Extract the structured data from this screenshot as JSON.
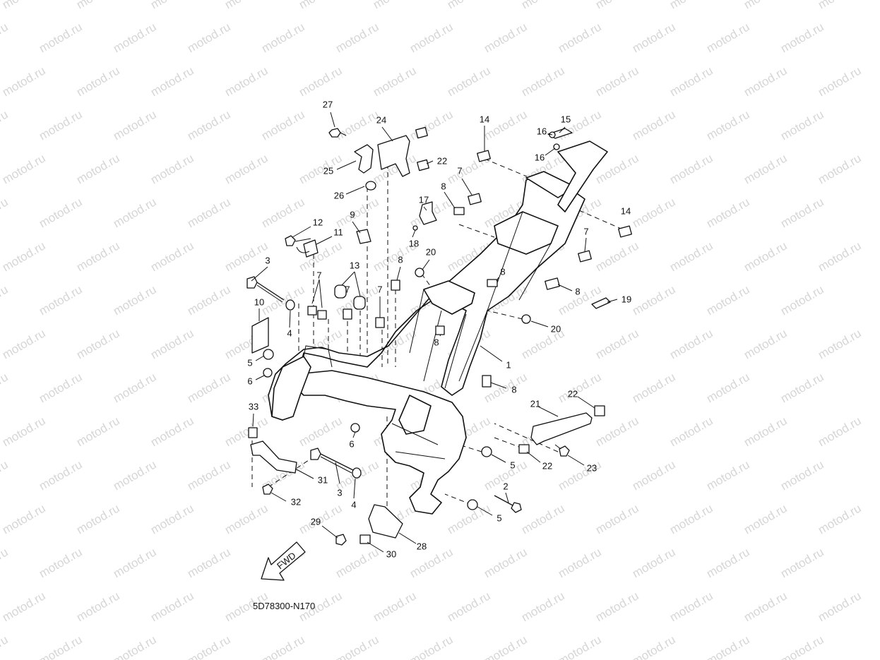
{
  "watermark": "motod.ru",
  "diagram_code": "5D78300-N170",
  "arrow_label": "FWD",
  "callouts": [
    {
      "text": "1"
    },
    {
      "text": "2"
    },
    {
      "text": "3"
    },
    {
      "text": "3"
    },
    {
      "text": "4"
    },
    {
      "text": "4"
    },
    {
      "text": "5"
    },
    {
      "text": "5"
    },
    {
      "text": "5"
    },
    {
      "text": "6"
    },
    {
      "text": "6"
    },
    {
      "text": "7"
    },
    {
      "text": "7"
    },
    {
      "text": "7"
    },
    {
      "text": "7"
    },
    {
      "text": "7"
    },
    {
      "text": "8"
    },
    {
      "text": "8"
    },
    {
      "text": "8"
    },
    {
      "text": "8"
    },
    {
      "text": "8"
    },
    {
      "text": "8"
    },
    {
      "text": "9"
    },
    {
      "text": "10"
    },
    {
      "text": "11"
    },
    {
      "text": "12"
    },
    {
      "text": "13"
    },
    {
      "text": "14"
    },
    {
      "text": "14"
    },
    {
      "text": "15"
    },
    {
      "text": "16"
    },
    {
      "text": "16"
    },
    {
      "text": "17"
    },
    {
      "text": "18"
    },
    {
      "text": "19"
    },
    {
      "text": "20"
    },
    {
      "text": "20"
    },
    {
      "text": "21"
    },
    {
      "text": "22"
    },
    {
      "text": "22"
    },
    {
      "text": "22"
    },
    {
      "text": "23"
    },
    {
      "text": "24"
    },
    {
      "text": "25"
    },
    {
      "text": "26"
    },
    {
      "text": "27"
    },
    {
      "text": "28"
    },
    {
      "text": "29"
    },
    {
      "text": "30"
    },
    {
      "text": "31"
    },
    {
      "text": "32"
    },
    {
      "text": "33"
    }
  ]
}
